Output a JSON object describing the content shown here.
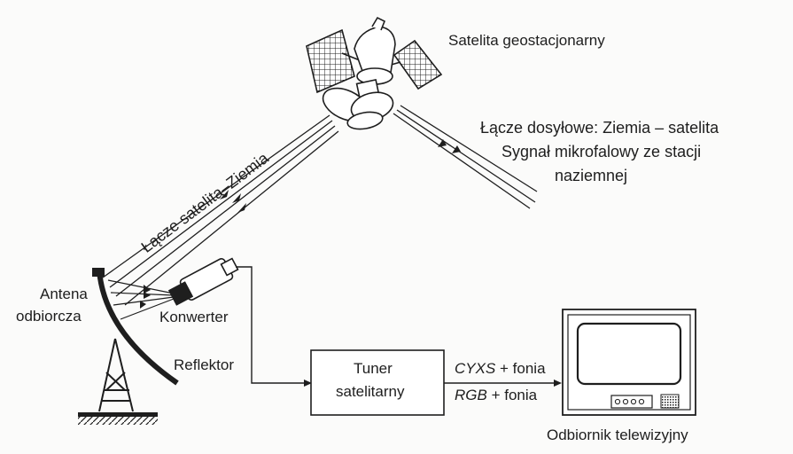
{
  "labels": {
    "satellite": "Satelita geostacjonarny",
    "uplink_line1": "Łącze dosyłowe: Ziemia – satelita",
    "uplink_line2": "Sygnał mikrofalowy ze stacji",
    "uplink_line3": "naziemnej",
    "downlink": "Łącze satelita–Ziemia",
    "antenna_line1": "Antena",
    "antenna_line2": "odbiorcza",
    "converter": "Konwerter",
    "reflector": "Reflektor",
    "tuner_line1": "Tuner",
    "tuner_line2": "satelitarny",
    "signal_top_italic": "CYXS",
    "signal_top_rest": " + fonia",
    "signal_bottom_italic": "RGB",
    "signal_bottom_rest": " + fonia",
    "tv": "Odbiornik telewizyjny"
  },
  "colors": {
    "ink": "#1e1e1e",
    "background": "#fbfbfa"
  }
}
